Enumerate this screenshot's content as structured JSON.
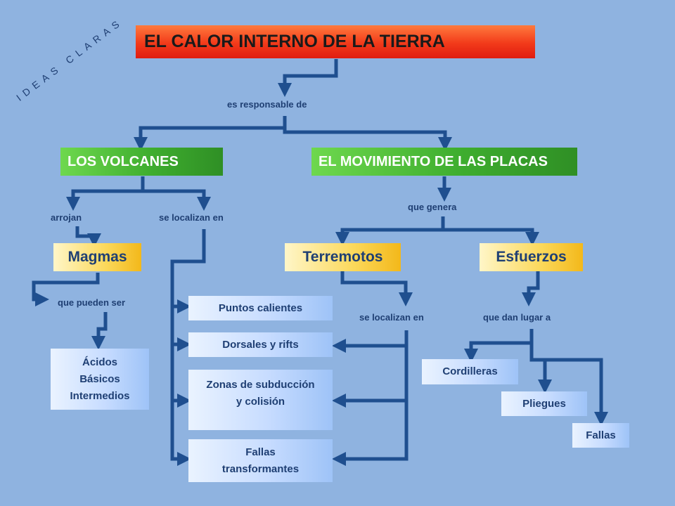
{
  "side_label": "IDEAS CLARAS",
  "title": "EL CALOR INTERNO DE LA TIERRA",
  "labels": {
    "responsable": "es responsable de",
    "arrojan": "arrojan",
    "localizan1": "se localizan en",
    "genera": "que genera",
    "pueden": "que pueden ser",
    "localizan2": "se localizan en",
    "dan_lugar": "que dan lugar a"
  },
  "nodes": {
    "volcanes": "LOS VOLCANES",
    "placas": "EL MOVIMIENTO DE LAS PLACAS",
    "magmas": "Magmas",
    "terremotos": "Terremotos",
    "esfuerzos": "Esfuerzos",
    "tipos": [
      "Ácidos",
      "Básicos",
      "Intermedios"
    ],
    "puntos": "Puntos calientes",
    "dorsales": "Dorsales y rifts",
    "zonas": [
      "Zonas de subducción",
      "y colisión"
    ],
    "fallas_t": [
      "Fallas",
      "transformantes"
    ],
    "cordilleras": "Cordilleras",
    "pliegues": "Pliegues",
    "fallas": "Fallas"
  },
  "colors": {
    "connector": "#1f4f8f",
    "background": "#8fb3e0"
  }
}
